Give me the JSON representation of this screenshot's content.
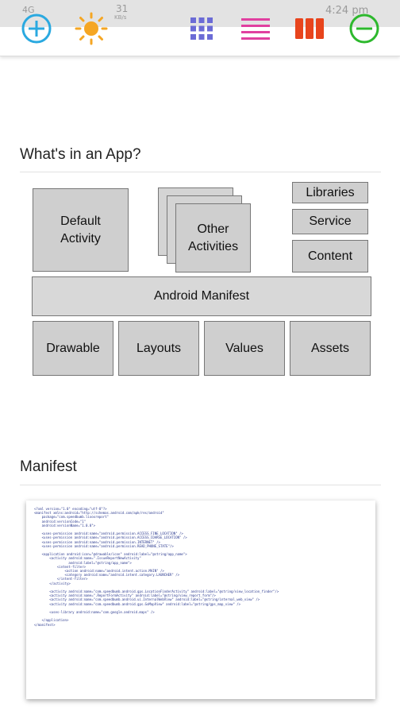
{
  "status_bar": {
    "left_text": "4G",
    "speed_value": "31",
    "speed_unit": "KB/s",
    "time": "4:24 pm"
  },
  "toolbar": {
    "icons": [
      {
        "name": "add-icon",
        "color": "#2aa9e0"
      },
      {
        "name": "brightness-icon",
        "color": "#f5a623"
      },
      {
        "name": "night-mode-icon",
        "color": "#29b6d8"
      },
      {
        "name": "grid-icon",
        "color": "#6b6bd6"
      },
      {
        "name": "menu-lines-icon",
        "color": "#e040a0"
      },
      {
        "name": "columns-icon",
        "color": "#e8441c"
      },
      {
        "name": "remove-icon",
        "color": "#2db82d"
      }
    ]
  },
  "slide1": {
    "title": "What's in an App?",
    "default_activity": [
      "Default",
      "Activity"
    ],
    "other_activities": [
      "Other",
      "Activities"
    ],
    "libraries": "Libraries",
    "service": "Service",
    "content": "Content",
    "manifest": "Android Manifest",
    "drawable": "Drawable",
    "layouts": "Layouts",
    "values": "Values",
    "assets": "Assets"
  },
  "slide2": {
    "title": "Manifest",
    "code_lines": [
      "<?xml version=\"1.0\" encoding=\"utf-8\"?>",
      "<manifest xmlns:android=\"http://schemas.android.com/apk/res/android\"",
      "    package=\"com.speedbumb.lixoxreport\"",
      "    android:versionCode=\"1\"",
      "    android:versionName=\"1.0.0\">",
      "",
      "    <uses-permission android:name=\"android.permission.ACCESS_FINE_LOCATION\" />",
      "    <uses-permission android:name=\"android.permission.ACCESS_COARSE_LOCATION\" />",
      "    <uses-permission android:name=\"android.permission.INTERNET\" />",
      "    <uses-permission android:name=\"android.permission.READ_PHONE_STATE\"/>",
      "",
      "    <application android:icon=\"@drawable/icon\" android:label=\"@string/app_name\">",
      "        <activity android:name=\".IssueReportNewActivity\"",
      "                  android:label=\"@string/app_name\">",
      "            <intent-filter>",
      "                <action android:name=\"android.intent.action.MAIN\" />",
      "                <category android:name=\"android.intent.category.LAUNCHER\" />",
      "            </intent-filter>",
      "        </activity>",
      "",
      "        <activity android:name=\"com.speedbumb.android.gps.LocationFinderActivity\" android:label=\"@string/view_location_finder\"/>",
      "        <activity android:name=\".ReportFormActivity\" android:label=\"@string/view_report_form\"/>",
      "        <activity android:name=\"com.speedbumb.android.ui.InternalWebView\" android:label=\"@string/internal_web_view\" />",
      "        <activity android:name=\"com.speedbumb.android.gps.GoMapView\" android:label=\"@string/gps_map_view\" />",
      "",
      "        <uses-library android:name=\"com.google.android.maps\" />",
      "",
      "    </application>",
      "</manifest>"
    ]
  }
}
